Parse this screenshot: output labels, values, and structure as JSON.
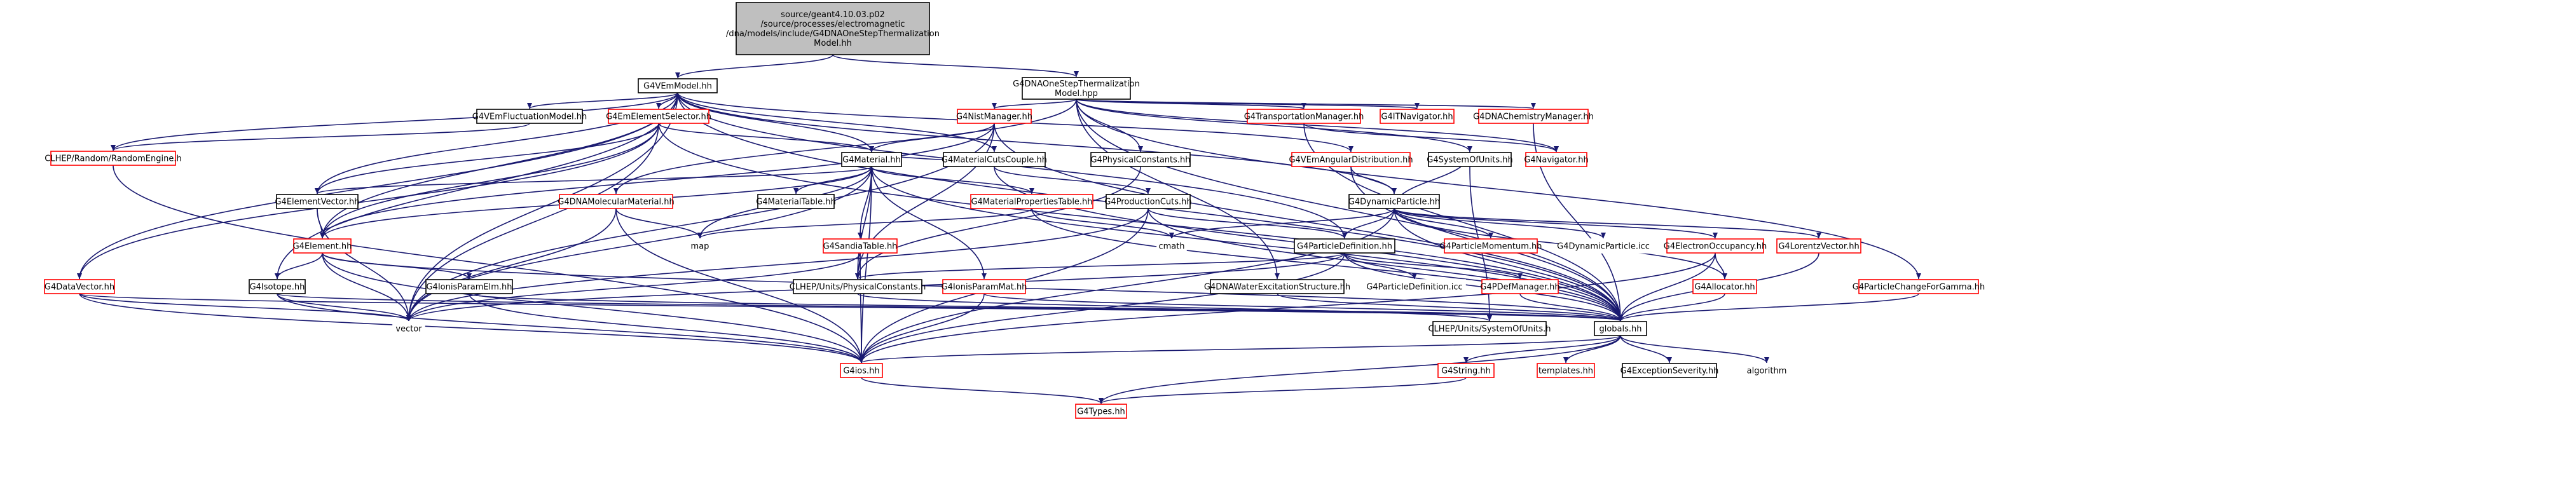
{
  "colors": {
    "focus_fill": "#bfbfbf",
    "box_fill": "#ffffff",
    "box_stroke_black": "#000000",
    "box_stroke_red": "#ff0000",
    "box_stroke_none": "#ffffff",
    "edge_color": "#191970"
  },
  "nodes": [
    {
      "id": "root",
      "lines": [
        "source/geant4.10.03.p02",
        "/source/processes/electromagnetic",
        "/dna/models/include/G4DNAOneStepThermalization",
        "Model.hh"
      ],
      "style": "focus"
    },
    {
      "id": "vem",
      "lines": [
        "G4VEmModel.hh"
      ],
      "style": "black"
    },
    {
      "id": "dnaOST",
      "lines": [
        "G4DNAOneStepThermalization",
        "Model.hpp"
      ],
      "style": "black"
    },
    {
      "id": "fluct",
      "lines": [
        "G4VEmFluctuationModel.hh"
      ],
      "style": "black"
    },
    {
      "id": "elsel",
      "lines": [
        "G4EmElementSelector.hh"
      ],
      "style": "red"
    },
    {
      "id": "nist",
      "lines": [
        "G4NistManager.hh"
      ],
      "style": "red"
    },
    {
      "id": "transp",
      "lines": [
        "G4TransportationManager.hh"
      ],
      "style": "red"
    },
    {
      "id": "itnav",
      "lines": [
        "G4ITNavigator.hh"
      ],
      "style": "red"
    },
    {
      "id": "dnachem",
      "lines": [
        "G4DNAChemistryManager.hh"
      ],
      "style": "red"
    },
    {
      "id": "clhepRand",
      "lines": [
        "CLHEP/Random/RandomEngine.h"
      ],
      "style": "red"
    },
    {
      "id": "material",
      "lines": [
        "G4Material.hh"
      ],
      "style": "black"
    },
    {
      "id": "matcuts",
      "lines": [
        "G4MaterialCutsCouple.hh"
      ],
      "style": "black"
    },
    {
      "id": "physconst",
      "lines": [
        "G4PhysicalConstants.hh"
      ],
      "style": "black"
    },
    {
      "id": "vemang",
      "lines": [
        "G4VEmAngularDistribution.hh"
      ],
      "style": "red"
    },
    {
      "id": "sysunits",
      "lines": [
        "G4SystemOfUnits.hh"
      ],
      "style": "black"
    },
    {
      "id": "navig",
      "lines": [
        "G4Navigator.hh"
      ],
      "style": "red"
    },
    {
      "id": "elvec",
      "lines": [
        "G4ElementVector.hh"
      ],
      "style": "black"
    },
    {
      "id": "dnamol",
      "lines": [
        "G4DNAMolecularMaterial.hh"
      ],
      "style": "red"
    },
    {
      "id": "mattab",
      "lines": [
        "G4MaterialTable.hh"
      ],
      "style": "black"
    },
    {
      "id": "matprop",
      "lines": [
        "G4MaterialPropertiesTable.hh"
      ],
      "style": "red"
    },
    {
      "id": "prodcuts",
      "lines": [
        "G4ProductionCuts.hh"
      ],
      "style": "black"
    },
    {
      "id": "dynpart",
      "lines": [
        "G4DynamicParticle.hh"
      ],
      "style": "black"
    },
    {
      "id": "element",
      "lines": [
        "G4Element.hh"
      ],
      "style": "red"
    },
    {
      "id": "map",
      "lines": [
        "map"
      ],
      "style": "none"
    },
    {
      "id": "sandia",
      "lines": [
        "G4SandiaTable.hh"
      ],
      "style": "red"
    },
    {
      "id": "cmath",
      "lines": [
        "cmath"
      ],
      "style": "none"
    },
    {
      "id": "partdef",
      "lines": [
        "G4ParticleDefinition.hh"
      ],
      "style": "black"
    },
    {
      "id": "partmom",
      "lines": [
        "G4ParticleMomentum.hh"
      ],
      "style": "red"
    },
    {
      "id": "dynicc",
      "lines": [
        "G4DynamicParticle.icc"
      ],
      "style": "none"
    },
    {
      "id": "elocc",
      "lines": [
        "G4ElectronOccupancy.hh"
      ],
      "style": "red"
    },
    {
      "id": "lorentz",
      "lines": [
        "G4LorentzVector.hh"
      ],
      "style": "red"
    },
    {
      "id": "datavec",
      "lines": [
        "G4DataVector.hh"
      ],
      "style": "red"
    },
    {
      "id": "isotope",
      "lines": [
        "G4Isotope.hh"
      ],
      "style": "black"
    },
    {
      "id": "ionelm",
      "lines": [
        "G4IonisParamElm.hh"
      ],
      "style": "black"
    },
    {
      "id": "clhepPC",
      "lines": [
        "CLHEP/Units/PhysicalConstants.h"
      ],
      "style": "black"
    },
    {
      "id": "ionmat",
      "lines": [
        "G4IonisParamMat.hh"
      ],
      "style": "red"
    },
    {
      "id": "dnawater",
      "lines": [
        "G4DNAWaterExcitationStructure.hh"
      ],
      "style": "black"
    },
    {
      "id": "particc",
      "lines": [
        "G4ParticleDefinition.icc"
      ],
      "style": "none"
    },
    {
      "id": "pdgmgr",
      "lines": [
        "G4PDefManager.hh"
      ],
      "style": "red"
    },
    {
      "id": "allocator",
      "lines": [
        "G4Allocator.hh"
      ],
      "style": "red"
    },
    {
      "id": "partgamma",
      "lines": [
        "G4ParticleChangeForGamma.hh"
      ],
      "style": "red"
    },
    {
      "id": "vector",
      "lines": [
        "vector"
      ],
      "style": "none"
    },
    {
      "id": "clhepSOU",
      "lines": [
        "CLHEP/Units/SystemOfUnits.h"
      ],
      "style": "black"
    },
    {
      "id": "globals",
      "lines": [
        "globals.hh"
      ],
      "style": "black"
    },
    {
      "id": "g4ios",
      "lines": [
        "G4ios.hh"
      ],
      "style": "red"
    },
    {
      "id": "g4string",
      "lines": [
        "G4String.hh"
      ],
      "style": "red"
    },
    {
      "id": "templates",
      "lines": [
        "templates.hh"
      ],
      "style": "red"
    },
    {
      "id": "excsev",
      "lines": [
        "G4ExceptionSeverity.hh"
      ],
      "style": "black"
    },
    {
      "id": "algorithm",
      "lines": [
        "algorithm"
      ],
      "style": "none"
    },
    {
      "id": "types",
      "lines": [
        "G4Types.hh"
      ],
      "style": "red"
    }
  ],
  "edges": [
    [
      "root",
      "vem"
    ],
    [
      "root",
      "dnaOST"
    ],
    [
      "vem",
      "fluct"
    ],
    [
      "vem",
      "elsel"
    ],
    [
      "vem",
      "clhepRand"
    ],
    [
      "vem",
      "material"
    ],
    [
      "vem",
      "matcuts"
    ],
    [
      "vem",
      "vemang"
    ],
    [
      "vem",
      "elvec"
    ],
    [
      "vem",
      "element"
    ],
    [
      "vem",
      "dynpart"
    ],
    [
      "vem",
      "partdef"
    ],
    [
      "vem",
      "datavec"
    ],
    [
      "vem",
      "isotope"
    ],
    [
      "vem",
      "vector"
    ],
    [
      "vem",
      "globals"
    ],
    [
      "dnaOST",
      "nist"
    ],
    [
      "dnaOST",
      "transp"
    ],
    [
      "dnaOST",
      "itnav"
    ],
    [
      "dnaOST",
      "dnachem"
    ],
    [
      "dnaOST",
      "navig"
    ],
    [
      "dnaOST",
      "sysunits"
    ],
    [
      "dnaOST",
      "physconst"
    ],
    [
      "dnaOST",
      "dnamol"
    ],
    [
      "dnaOST",
      "dnawater"
    ],
    [
      "dnaOST",
      "partgamma"
    ],
    [
      "dnaOST",
      "globals"
    ],
    [
      "fluct",
      "clhepRand"
    ],
    [
      "elsel",
      "material"
    ],
    [
      "elsel",
      "elvec"
    ],
    [
      "elsel",
      "element"
    ],
    [
      "elsel",
      "datavec"
    ],
    [
      "elsel",
      "globals"
    ],
    [
      "elsel",
      "vector"
    ],
    [
      "nist",
      "material"
    ],
    [
      "nist",
      "element"
    ],
    [
      "nist",
      "clhepPC"
    ],
    [
      "nist",
      "vector"
    ],
    [
      "nist",
      "globals"
    ],
    [
      "transp",
      "navig"
    ],
    [
      "transp",
      "globals"
    ],
    [
      "dnachem",
      "globals"
    ],
    [
      "partgamma",
      "globals"
    ],
    [
      "clhepRand",
      "g4ios"
    ],
    [
      "material",
      "elvec"
    ],
    [
      "material",
      "mattab"
    ],
    [
      "material",
      "matprop"
    ],
    [
      "material",
      "sandia"
    ],
    [
      "material",
      "ionmat"
    ],
    [
      "material",
      "element"
    ],
    [
      "material",
      "map"
    ],
    [
      "material",
      "vector"
    ],
    [
      "material",
      "globals"
    ],
    [
      "material",
      "clhepPC"
    ],
    [
      "material",
      "g4ios"
    ],
    [
      "matcuts",
      "prodcuts"
    ],
    [
      "matcuts",
      "material"
    ],
    [
      "matcuts",
      "globals"
    ],
    [
      "physconst",
      "clhepPC"
    ],
    [
      "vemang",
      "dynpart"
    ],
    [
      "vemang",
      "globals"
    ],
    [
      "sysunits",
      "clhepSOU"
    ],
    [
      "elvec",
      "element"
    ],
    [
      "elvec",
      "vector"
    ],
    [
      "dnamol",
      "map"
    ],
    [
      "dnamol",
      "vector"
    ],
    [
      "dnamol",
      "g4ios"
    ],
    [
      "matprop",
      "cmath"
    ],
    [
      "matprop",
      "map"
    ],
    [
      "matprop",
      "globals"
    ],
    [
      "prodcuts",
      "partdef"
    ],
    [
      "prodcuts",
      "vector"
    ],
    [
      "prodcuts",
      "globals"
    ],
    [
      "prodcuts",
      "g4ios"
    ],
    [
      "dynpart",
      "partdef"
    ],
    [
      "dynpart",
      "partmom"
    ],
    [
      "dynpart",
      "dynicc"
    ],
    [
      "dynpart",
      "elocc"
    ],
    [
      "dynpart",
      "lorentz"
    ],
    [
      "dynpart",
      "cmath"
    ],
    [
      "dynpart",
      "allocator"
    ],
    [
      "dynpart",
      "globals"
    ],
    [
      "dynpart",
      "sysunits"
    ],
    [
      "dynpart",
      "g4ios"
    ],
    [
      "element",
      "isotope"
    ],
    [
      "element",
      "ionelm"
    ],
    [
      "element",
      "vector"
    ],
    [
      "element",
      "globals"
    ],
    [
      "element",
      "g4ios"
    ],
    [
      "sandia",
      "clhepPC"
    ],
    [
      "sandia",
      "g4ios"
    ],
    [
      "sandia",
      "vector"
    ],
    [
      "partdef",
      "particc"
    ],
    [
      "partdef",
      "pdgmgr"
    ],
    [
      "partdef",
      "vector"
    ],
    [
      "partdef",
      "globals"
    ],
    [
      "partdef",
      "g4ios"
    ],
    [
      "partdef",
      "clhepPC"
    ],
    [
      "elocc",
      "allocator"
    ],
    [
      "elocc",
      "globals"
    ],
    [
      "elocc",
      "g4ios"
    ],
    [
      "lorentz",
      "globals"
    ],
    [
      "datavec",
      "globals"
    ],
    [
      "datavec",
      "vector"
    ],
    [
      "datavec",
      "g4ios"
    ],
    [
      "isotope",
      "globals"
    ],
    [
      "isotope",
      "vector"
    ],
    [
      "isotope",
      "g4ios"
    ],
    [
      "ionelm",
      "globals"
    ],
    [
      "ionelm",
      "g4ios"
    ],
    [
      "ionmat",
      "globals"
    ],
    [
      "ionmat",
      "g4ios"
    ],
    [
      "clhepPC",
      "clhepSOU"
    ],
    [
      "dnawater",
      "globals"
    ],
    [
      "pdgmgr",
      "globals"
    ],
    [
      "allocator",
      "globals"
    ],
    [
      "globals",
      "g4ios"
    ],
    [
      "globals",
      "g4string"
    ],
    [
      "globals",
      "templates"
    ],
    [
      "globals",
      "excsev"
    ],
    [
      "globals",
      "algorithm"
    ],
    [
      "globals",
      "types"
    ],
    [
      "g4ios",
      "types"
    ],
    [
      "g4string",
      "types"
    ]
  ]
}
